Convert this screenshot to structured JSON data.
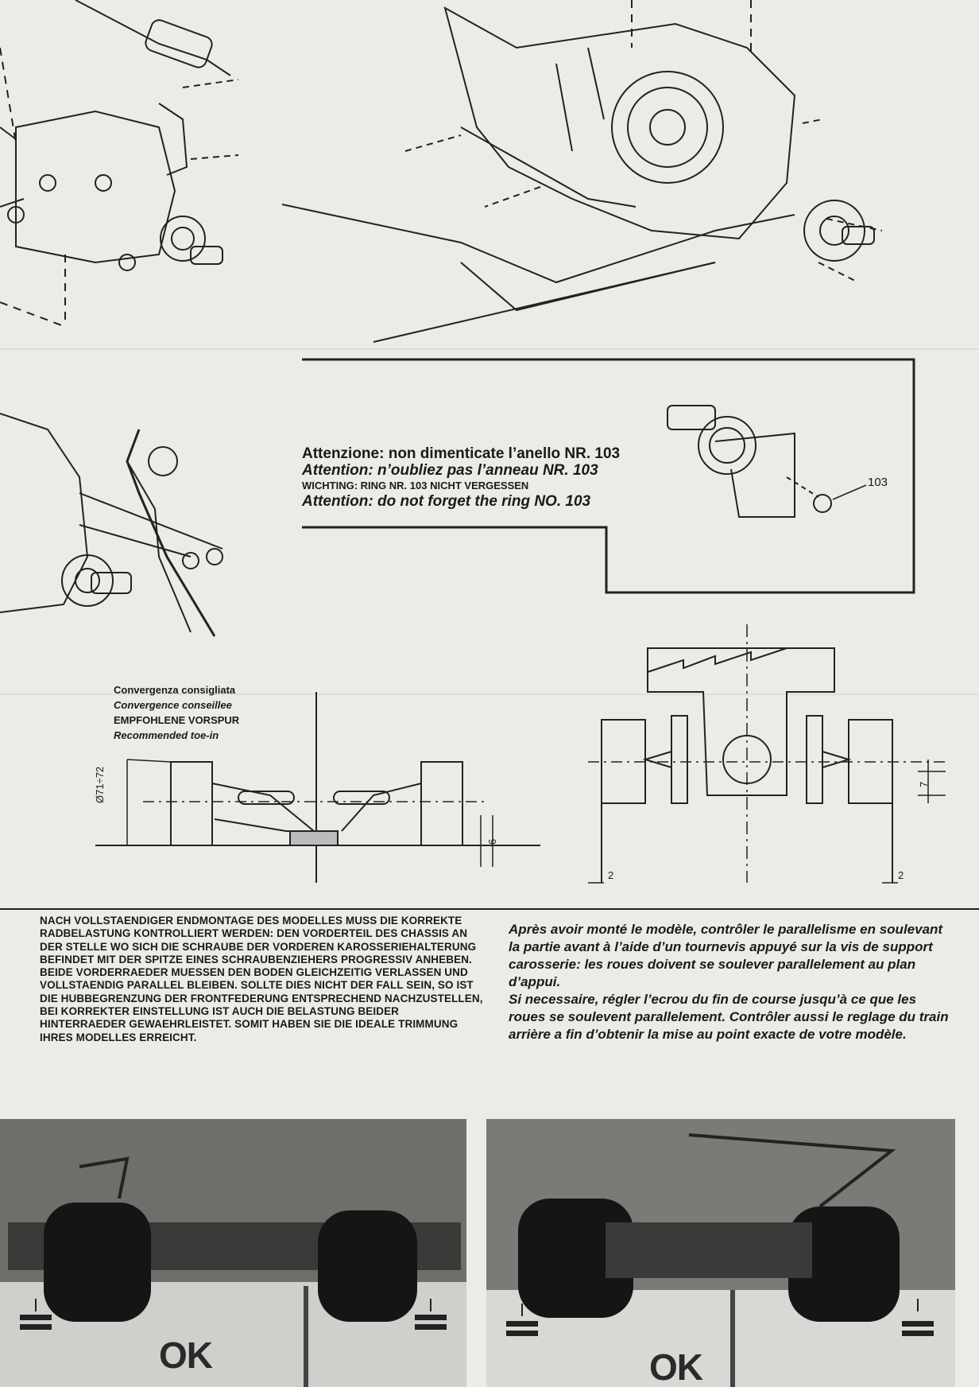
{
  "callout": {
    "it": "Attenzione: non dimenticate l’anello NR. 103",
    "fr": "Attention: n’oubliez pas l’anneau NR. 103",
    "de": "WICHTING: RING NR. 103 NICHT VERGESSEN",
    "en": "Attention: do not forget the ring NO. 103",
    "part_number": "103"
  },
  "toe_in": {
    "it": "Convergenza consigliata",
    "fr": "Convergence conseillee",
    "de": "EMPFOHLENE VORSPUR",
    "en": "Recommended toe-in",
    "diameter_label": "Ø71÷72",
    "dim_6": "6",
    "dim_7": "7",
    "dim_2_left": "2",
    "dim_2_right": "2"
  },
  "instructions": {
    "de_1": "NACH VOLLSTAENDIGER ENDMONTAGE DES MODELLES MUSS DIE KORREKTE RADBELASTUNG KONTROLLIERT WERDEN: DEN VORDERTEIL DES CHASSIS AN DER STELLE WO SICH DIE SCHRAUBE DER VORDEREN KAROSSERIEHALTERUNG BEFINDET MIT DER SPITZE EINES SCHRAUBENZIEHERS PROGRESSIV ANHEBEN.",
    "de_2": "BEIDE VORDERRAEDER MUESSEN DEN BODEN GLEICHZEITIG VERLASSEN UND VOLLSTAENDIG PARALLEL BLEIBEN. SOLLTE DIES NICHT DER FALL SEIN, SO IST DIE HUBBEGRENZUNG DER FRONTFEDERUNG ENTSPRECHEND NACHZUSTELLEN, BEI KORREKTER EINSTELLUNG IST AUCH DIE BELASTUNG BEIDER HINTERRAEDER GEWAEHRLEISTET. SOMIT HABEN SIE DIE IDEALE TRIMMUNG IHRES MODELLES ERREICHT.",
    "fr_1": "Après avoir monté le modèle, contrôler le parallelisme en soulevant la partie avant à l’aide d’un tournevis appuyé sur la vis de support carosserie: les roues doivent se soulever parallelement au plan d’appui.",
    "fr_2": "Si necessaire, régler l’ecrou du fin de course jusqu’à ce que les roues se soulevent parallelement. Contrôler aussi le reglage du train arrière a fin d’obtenir la mise au point exacte de votre modèle."
  },
  "photos": {
    "left_ok": "OK",
    "right_ok": "OK"
  }
}
